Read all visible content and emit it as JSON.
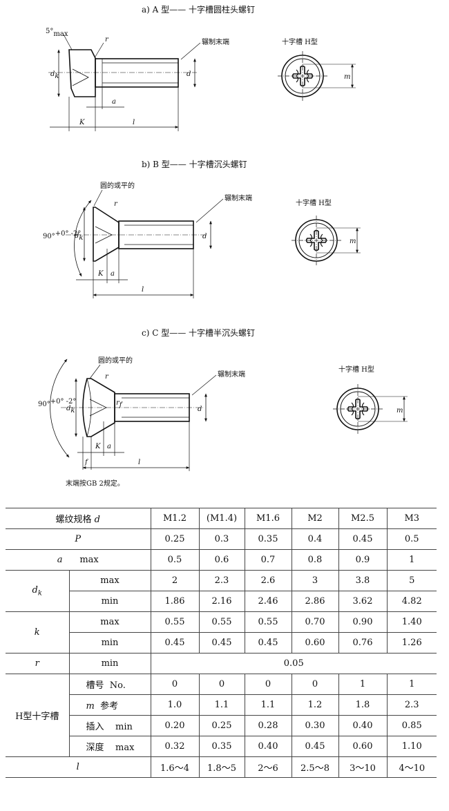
{
  "figures": {
    "a": {
      "title": "a) A 型—— 十字槽圆柱头螺钉",
      "labels": {
        "angle": "5°",
        "angle_sub": "max",
        "r": "r",
        "thread_end": "辗制末端",
        "dk": "d",
        "dk_sub": "k",
        "d": "d",
        "a": "a",
        "K": "K",
        "l": "l"
      },
      "recess_title": "十字槽  H型",
      "recess_m": "m"
    },
    "b": {
      "title": "b) B 型—— 十字槽沉头螺钉",
      "labels": {
        "edge": "圆的或平的",
        "angle": "90°",
        "angle_tol": "+0° -2°",
        "r": "r",
        "thread_end": "辗制末端",
        "dk": "d",
        "dk_sub": "k",
        "d": "d",
        "K": "K",
        "a": "a",
        "l": "l"
      },
      "recess_title": "十字槽  H型",
      "recess_m": "m"
    },
    "c": {
      "title": "c) C 型—— 十字槽半沉头螺钉",
      "labels": {
        "edge": "圆的或平的",
        "angle": "90°",
        "angle_tol": "+0° -2°",
        "r": "r",
        "rf": "r",
        "rf_sub": "f",
        "thread_end": "辗制末端",
        "dk": "d",
        "dk_sub": "k",
        "d": "d",
        "K": "K",
        "a": "a",
        "f": "f",
        "l": "l"
      },
      "recess_title": "十字槽  H型",
      "recess_m": "m",
      "note": "末端按GB 2规定。"
    }
  },
  "table": {
    "header": {
      "label_cn": "螺纹规格 ",
      "label_var": "d",
      "sizes": [
        "M1.2",
        "(M1.4)",
        "M1.6",
        "M2",
        "M2.5",
        "M3"
      ]
    },
    "P": {
      "sym": "P",
      "values": [
        "0.25",
        "0.3",
        "0.35",
        "0.4",
        "0.45",
        "0.5"
      ]
    },
    "a": {
      "sym": "a",
      "cond": "max",
      "values": [
        "0.5",
        "0.6",
        "0.7",
        "0.8",
        "0.9",
        "1"
      ]
    },
    "dk": {
      "sym": "d",
      "sub": "k",
      "max": {
        "cond": "max",
        "values": [
          "2",
          "2.3",
          "2.6",
          "3",
          "3.8",
          "5"
        ]
      },
      "min": {
        "cond": "min",
        "values": [
          "1.86",
          "2.16",
          "2.46",
          "2.86",
          "3.62",
          "4.82"
        ]
      }
    },
    "k": {
      "sym": "k",
      "max": {
        "cond": "max",
        "values": [
          "0.55",
          "0.55",
          "0.55",
          "0.70",
          "0.90",
          "1.40"
        ]
      },
      "min": {
        "cond": "min",
        "values": [
          "0.45",
          "0.45",
          "0.45",
          "0.60",
          "0.76",
          "1.26"
        ]
      }
    },
    "r": {
      "sym": "r",
      "cond": "min",
      "value": "0.05"
    },
    "h": {
      "label": "H型十字槽",
      "no": {
        "cn": "槽号",
        "en": "No.",
        "values": [
          "0",
          "0",
          "0",
          "0",
          "1",
          "1"
        ]
      },
      "m": {
        "sym": "m",
        "cn": "参考",
        "values": [
          "1.0",
          "1.1",
          "1.1",
          "1.2",
          "1.8",
          "2.3"
        ]
      },
      "insert": {
        "cn": "插入",
        "cond": "min",
        "values": [
          "0.20",
          "0.25",
          "0.28",
          "0.30",
          "0.40",
          "0.85"
        ]
      },
      "depth": {
        "cn": "深度",
        "cond": "max",
        "values": [
          "0.32",
          "0.35",
          "0.40",
          "0.45",
          "0.60",
          "1.10"
        ]
      }
    },
    "l": {
      "sym": "l",
      "values": [
        "1.6～4",
        "1.8～5",
        "2～6",
        "2.5～8",
        "3～10",
        "4～10"
      ]
    }
  }
}
